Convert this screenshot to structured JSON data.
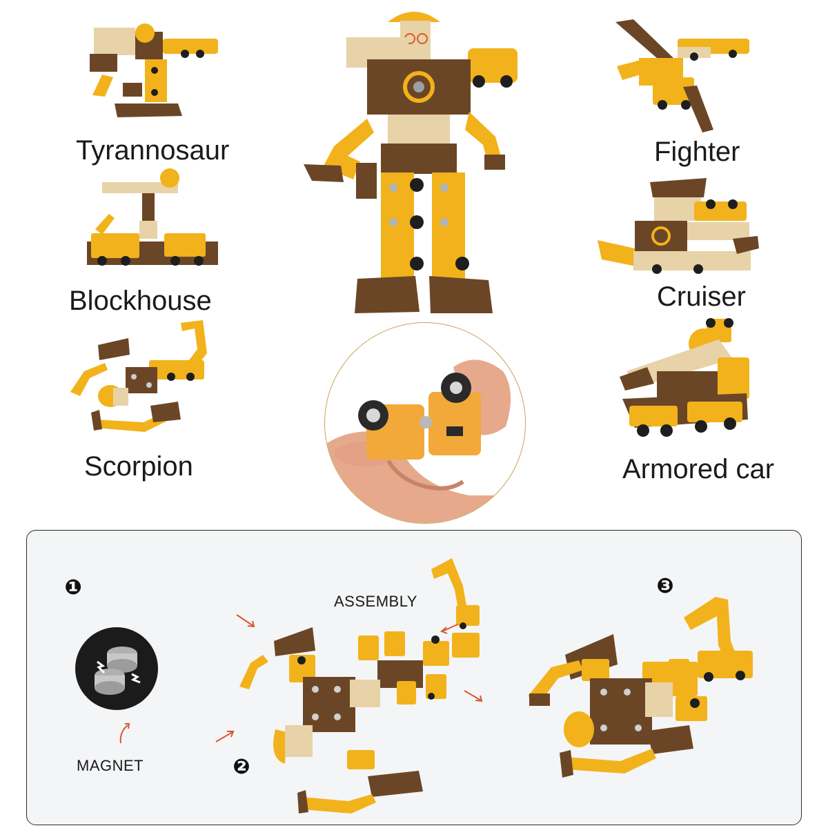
{
  "modes": [
    {
      "id": "tyrannosaur",
      "label": "Tyrannosaur"
    },
    {
      "id": "blockhouse",
      "label": "Blockhouse"
    },
    {
      "id": "scorpion",
      "label": "Scorpion"
    },
    {
      "id": "fighter",
      "label": "Fighter"
    },
    {
      "id": "cruiser",
      "label": "Cruiser"
    },
    {
      "id": "armored-car",
      "label": "Armored car"
    }
  ],
  "assembly": {
    "step1": "❶",
    "step2": "❷",
    "step3": "❸",
    "assembly_label": "ASSEMBLY",
    "magnet_label": "MAGNET"
  },
  "colors": {
    "yellow": "#F2B21B",
    "brown": "#6B4626",
    "wood": "#E8D2A8",
    "dark": "#1E1E1E",
    "arrow": "#D9572B",
    "magnet_bg": "#1B1B1B"
  }
}
